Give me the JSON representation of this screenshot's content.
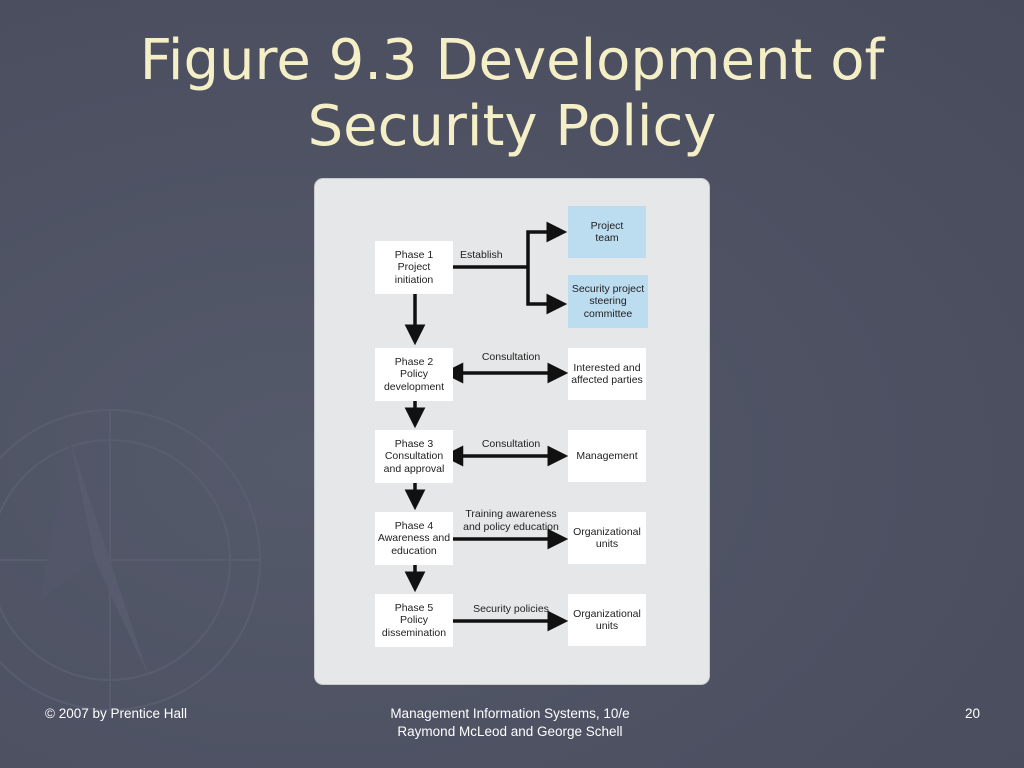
{
  "slide": {
    "title": "Figure 9.3 Development of Security Policy"
  },
  "diagram": {
    "phases": [
      {
        "label": "Phase 1\nProject\ninitiation"
      },
      {
        "label": "Phase 2\nPolicy\ndevelopment"
      },
      {
        "label": "Phase 3\nConsultation\nand approval"
      },
      {
        "label": "Phase 4\nAwareness and\neducation"
      },
      {
        "label": "Phase 5\nPolicy\ndissemination"
      }
    ],
    "targets": [
      {
        "label": "Project\nteam"
      },
      {
        "label": "Security project\nsteering\ncommittee"
      },
      {
        "label": "Interested and\naffected parties"
      },
      {
        "label": "Management"
      },
      {
        "label": "Organizational\nunits"
      },
      {
        "label": "Organizational\nunits"
      }
    ],
    "connectors": [
      {
        "label": "Establish"
      },
      {
        "label": "Consultation"
      },
      {
        "label": "Consultation"
      },
      {
        "label": "Training awareness\nand policy education"
      },
      {
        "label": "Security policies"
      }
    ],
    "colors": {
      "highlight_box": "#bcdcf0",
      "box": "#ffffff",
      "panel": "#e6e7e8",
      "arrow": "#111111"
    }
  },
  "footer": {
    "copyright": "© 2007 by Prentice Hall",
    "book": "Management Information Systems, 10/e\nRaymond McLeod and George Schell",
    "page_number": "20"
  },
  "theme": {
    "background": "#4d5162",
    "title_color": "#f4efc6"
  }
}
